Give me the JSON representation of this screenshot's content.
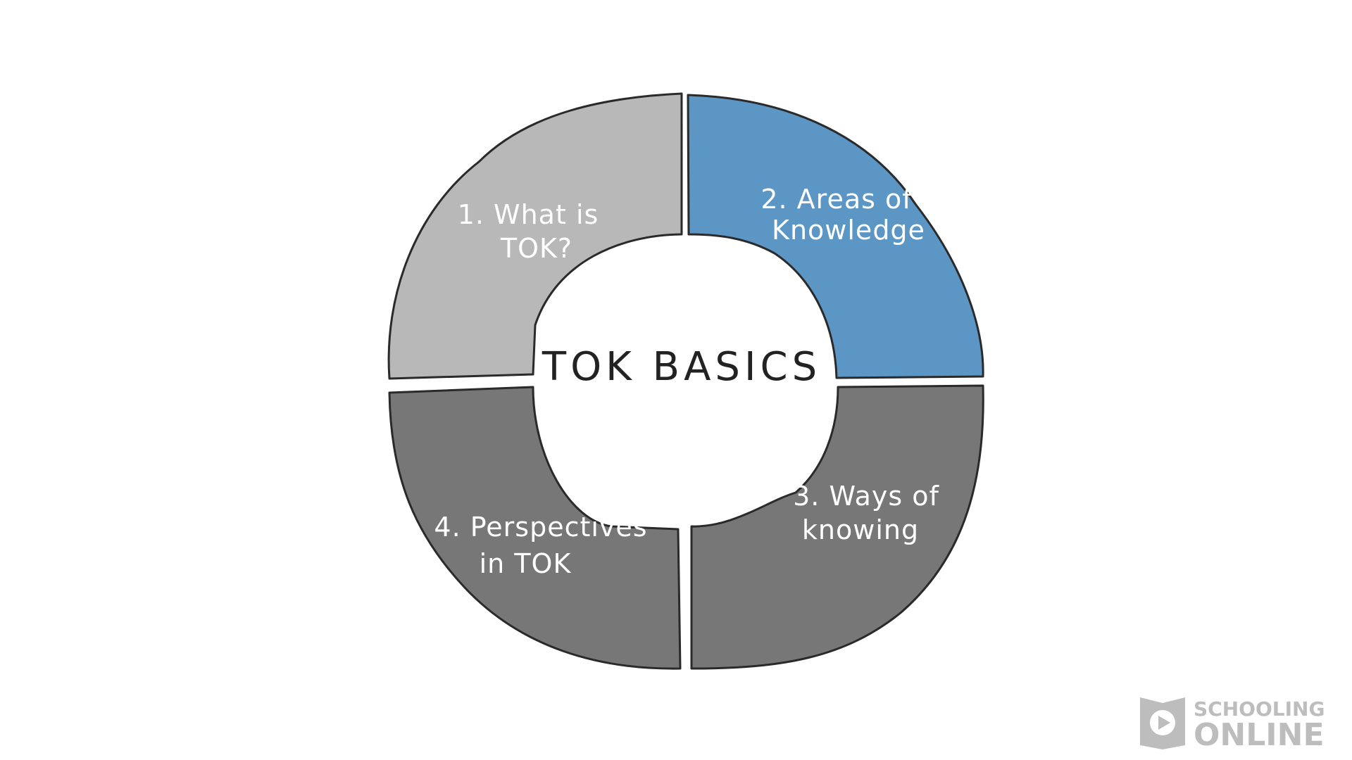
{
  "diagram": {
    "center_title": "TOK BASICS",
    "segments": [
      {
        "line1": "1. What is",
        "line2": "TOK?",
        "color": "#b8b8b8"
      },
      {
        "line1": "2. Areas of",
        "line2": "Knowledge",
        "color": "#5b96c5"
      },
      {
        "line1": "3. Ways of",
        "line2": "knowing",
        "color": "#777777"
      },
      {
        "line1": "4. Perspectives",
        "line2": "in TOK",
        "color": "#777777"
      }
    ]
  },
  "logo": {
    "line1": "SCHOOLING",
    "line2": "ONLINE",
    "color": "#bdbdbd"
  }
}
